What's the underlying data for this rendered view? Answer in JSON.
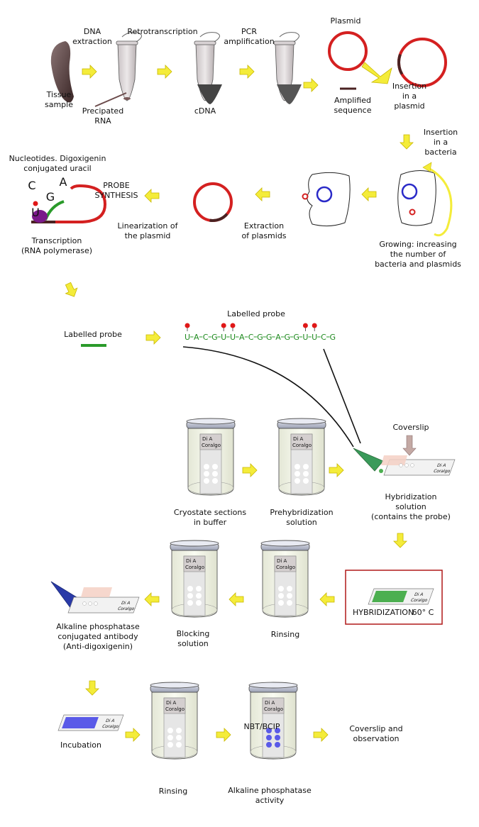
{
  "labels": {
    "dna_extraction": [
      "DNA",
      "extraction"
    ],
    "retrotranscription": "Retrotranscription",
    "pcr_amplification": [
      "PCR",
      "amplification"
    ],
    "plasmid": "Plasmid",
    "tissue_sample": [
      "Tissue",
      "sample"
    ],
    "precipitated_rna": [
      "Precipated",
      "RNA"
    ],
    "cdna": "cDNA",
    "amplified_sequence": [
      "Amplified",
      "sequence"
    ],
    "insertion_in_plasmid": [
      "Insertion",
      "in a",
      "plasmid"
    ],
    "insertion_in_bacteria": [
      "Insertion",
      "in a",
      "bacteria"
    ],
    "nucleotides": [
      "Nucleotides. Digoxigenin",
      "conjugated uracil"
    ],
    "probe_synthesis": [
      "PROBE",
      "SYNTHESIS"
    ],
    "linearization": [
      "Linearization of",
      "the plasmid"
    ],
    "extraction_of_plasmids": [
      "Extraction",
      "of plasmids"
    ],
    "growing": [
      "Growing: increasing",
      "the number of",
      "bacteria and plasmids"
    ],
    "transcription": [
      "Transcription",
      "(RNA polymerase)"
    ],
    "labelled_probe_small": "Labelled probe",
    "labelled_probe_title": "Labelled probe",
    "coverslip": "Coverslip",
    "cryostate_sections": [
      "Cryostate sections",
      "in buffer"
    ],
    "prehybridization": [
      "Prehybridization",
      "solution"
    ],
    "hybridization_solution": [
      "Hybridization",
      "solution",
      "(contains the probe)"
    ],
    "alkaline_antibody": [
      "Alkaline phosphatase",
      "conjugated antibody",
      "(Anti-digoxigenin)"
    ],
    "blocking_solution": [
      "Blocking",
      "solution"
    ],
    "rinsing_1": "Rinsing",
    "hybridization_box": "HYBRIDIZATION",
    "hybridization_temp": "60° C",
    "incubation": "Incubation",
    "rinsing_2": "Rinsing",
    "nbt_bcip": "NBT/BCIP",
    "alkaline_activity": [
      "Alkaline phosphatase",
      "activity"
    ],
    "coverslip_observation": [
      "Coverslip and",
      "observation"
    ]
  },
  "nucleotide_letters": {
    "c": "C",
    "g": "G",
    "a": "A",
    "u": "U"
  },
  "probe_sequence": [
    "U",
    "A",
    "C",
    "G",
    "U",
    "U",
    "A",
    "C",
    "G",
    "G",
    "A",
    "G",
    "G",
    "U",
    "U",
    "C",
    "G"
  ],
  "digoxigenin_positions": [
    0,
    4,
    5,
    13,
    14
  ],
  "slide_label": [
    "Di   A",
    "Coralgo"
  ],
  "colors": {
    "arrow": "#f4ec3a",
    "arrow_stroke": "#c9b800",
    "plasmid_red": "#d42020",
    "insert_dark": "#4a2222",
    "bacteria_blue": "#2a2ac8",
    "probe_green": "#2a9a2a",
    "dig_red": "#e01818",
    "box_border": "#b01818",
    "nbt_purple": "#5a5ae8",
    "hyb_green": "#4caf50"
  }
}
